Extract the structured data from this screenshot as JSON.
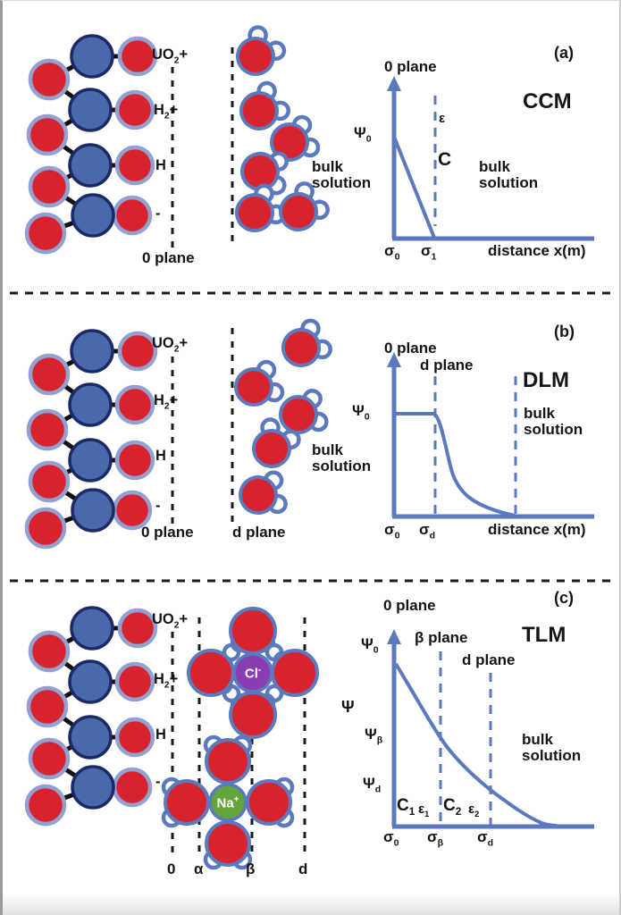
{
  "colors": {
    "plot_blue": "#5b79bd",
    "atom_blue_fill": "#4a69ad",
    "atom_blue_stroke": "#1c2a66",
    "red_fill": "#d8232f",
    "surface_red_ring": "#93a0d2",
    "chloride_purple": "#8a3db0",
    "sodium_green": "#63a43c",
    "text_black": "#151515"
  },
  "panels": [
    {
      "tag": "(a)",
      "model": "CCM",
      "species": [
        {
          "pre": "UO",
          "sub": "2",
          "post": "+"
        },
        {
          "pre": "H",
          "sub": "2",
          "post": "+"
        },
        {
          "pre": "H"
        },
        {
          "pre": "-"
        }
      ],
      "zero_plane": "0 plane",
      "bulk_left": {
        "line1": "bulk",
        "line2": "solution"
      },
      "plot": {
        "axis_top": "0 plane",
        "psi0": {
          "pre": "Ψ",
          "sub": "0"
        },
        "epsilon": {
          "pre": "ε"
        },
        "capacitance": {
          "pre": "C"
        },
        "sigma0": {
          "pre": "σ",
          "sub": "0"
        },
        "sigma1": {
          "pre": "σ",
          "sub": "1"
        },
        "x_axis": "distance x(m)",
        "bulk": {
          "line1": "bulk",
          "line2": "solution"
        }
      }
    },
    {
      "tag": "(b)",
      "model": "DLM",
      "species": [
        {
          "pre": "UO",
          "sub": "2",
          "post": "+"
        },
        {
          "pre": "H",
          "sub": "2",
          "post": "+"
        },
        {
          "pre": "H"
        },
        {
          "pre": "-"
        }
      ],
      "zero_plane": "0 plane",
      "d_plane": "d plane",
      "bulk_left": {
        "line1": "bulk",
        "line2": "solution"
      },
      "plot": {
        "axis_top": "0 plane",
        "d_plane": "d plane",
        "psi0": {
          "pre": "Ψ",
          "sub": "0"
        },
        "sigma0": {
          "pre": "σ",
          "sub": "0"
        },
        "sigmad": {
          "pre": "σ",
          "sub": "d"
        },
        "x_axis": "distance x(m)",
        "bulk": {
          "line1": "bulk",
          "line2": "solution"
        }
      }
    },
    {
      "tag": "(c)",
      "model": "TLM",
      "species": [
        {
          "pre": "UO",
          "sub": "2",
          "post": "+"
        },
        {
          "pre": "H",
          "sub": "2",
          "post": "+"
        },
        {
          "pre": "H"
        },
        {
          "pre": "-"
        }
      ],
      "plane_ticks": [
        "0",
        "α",
        "β",
        "d"
      ],
      "ions": {
        "chloride": {
          "pre": "Cl",
          "sup": "-"
        },
        "sodium": {
          "pre": "Na",
          "sup": "+"
        }
      },
      "plot": {
        "axis_top": "0 plane",
        "beta_plane": "β plane",
        "d_plane": "d plane",
        "psi0": {
          "pre": "Ψ",
          "sub": "0"
        },
        "psi": {
          "pre": "Ψ"
        },
        "psi_beta": {
          "pre": "Ψ",
          "sub": "β"
        },
        "psi_d": {
          "pre": "Ψ",
          "sub": "d"
        },
        "c1": {
          "pre": "C",
          "sub": "1"
        },
        "e1": {
          "pre": "ε",
          "sub": "1"
        },
        "c2": {
          "pre": "C",
          "sub": "2"
        },
        "e2": {
          "pre": "ε",
          "sub": "2"
        },
        "sigma0": {
          "pre": "σ",
          "sub": "0"
        },
        "sigma_beta": {
          "pre": "σ",
          "sub": "β"
        },
        "sigma_d": {
          "pre": "σ",
          "sub": "d"
        },
        "bulk": {
          "line1": "bulk",
          "line2": "solution"
        }
      }
    }
  ]
}
